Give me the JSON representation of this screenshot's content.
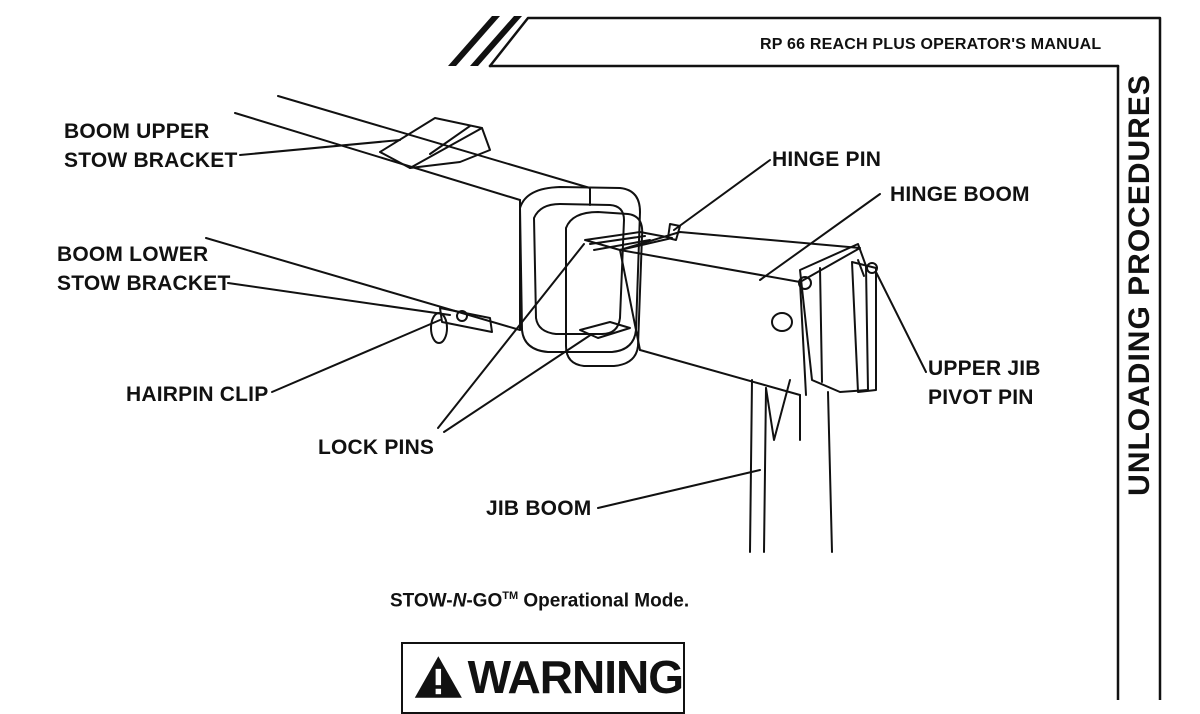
{
  "header": {
    "manual_title": "RP 66 REACH PLUS OPERATOR'S MANUAL",
    "section_tab": "UNLOADING PROCEDURES"
  },
  "callouts": {
    "boom_upper_stow_bracket": [
      "BOOM UPPER",
      "STOW BRACKET"
    ],
    "boom_lower_stow_bracket": [
      "BOOM LOWER",
      "STOW BRACKET"
    ],
    "hairpin_clip": "HAIRPIN CLIP",
    "lock_pins": "LOCK PINS",
    "hinge_pin": "HINGE PIN",
    "hinge_boom": "HINGE BOOM",
    "upper_jib_pivot_pin": [
      "UPPER JIB",
      "PIVOT PIN"
    ],
    "jib_boom": "JIB BOOM"
  },
  "caption": {
    "before": "STOW-",
    "italic": "N",
    "after": "-GO",
    "trademark": "TM",
    "rest": " Operational Mode."
  },
  "warning": {
    "label": "WARNING"
  }
}
